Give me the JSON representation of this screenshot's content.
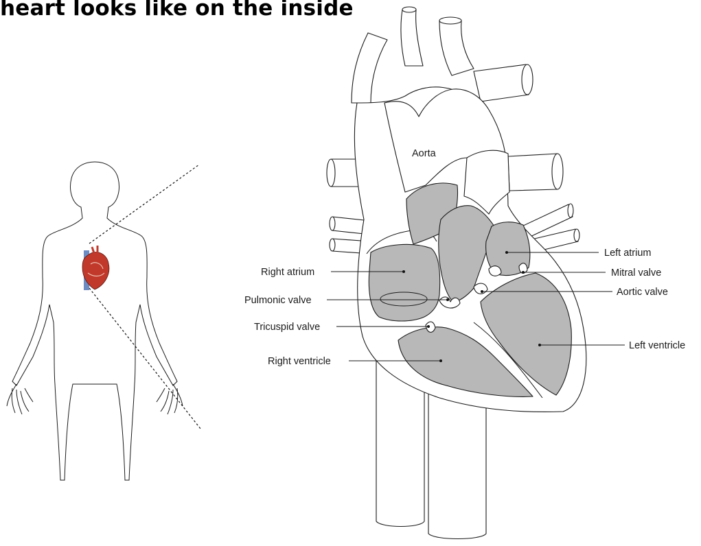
{
  "title": "heart looks like on the inside",
  "labels": {
    "aorta": "Aorta",
    "left_atrium": "Left atrium",
    "mitral_valve": "Mitral valve",
    "aortic_valve": "Aortic valve",
    "left_ventricle": "Left ventricle",
    "right_atrium": "Right atrium",
    "pulmonic_valve": "Pulmonic valve",
    "tricuspid_valve": "Tricuspid valve",
    "right_ventricle": "Right ventricle"
  },
  "colors": {
    "chamber_fill": "#b8b8b8",
    "outline": "#1a1a1a",
    "heart_thumbnail_red": "#c0392b",
    "vessel_blue": "#4a6fb5"
  }
}
